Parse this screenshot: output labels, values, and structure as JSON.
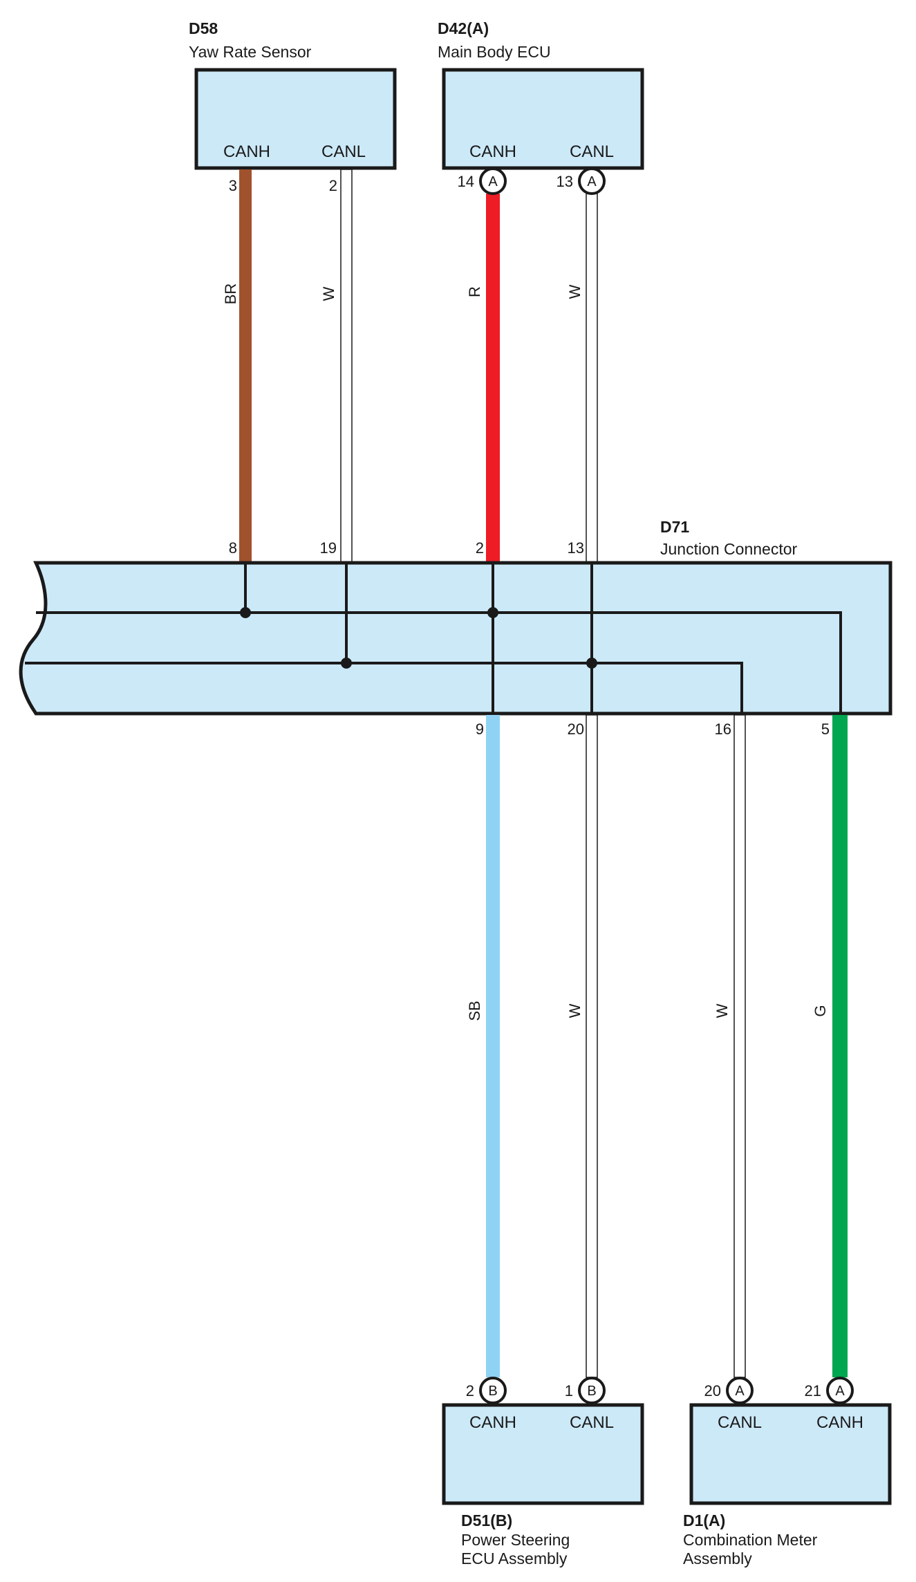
{
  "colors": {
    "box_fill": "#cce9f8",
    "outline": "#1a1a1a",
    "BR": "#a0522d",
    "R": "#ee1c25",
    "SB": "#8fd3f4",
    "G": "#00a650",
    "W": "#ffffff"
  },
  "components": {
    "d58": {
      "code": "D58",
      "name": "Yaw Rate Sensor",
      "pin_a": "CANH",
      "pin_b": "CANL"
    },
    "d42": {
      "code": "D42(A)",
      "name": "Main Body ECU",
      "pin_a": "CANH",
      "pin_b": "CANL"
    },
    "d71": {
      "code": "D71",
      "name": "Junction Connector"
    },
    "d51": {
      "code": "D51(B)",
      "name_line1": "Power Steering",
      "name_line2": "ECU Assembly",
      "pin_a": "CANH",
      "pin_b": "CANL"
    },
    "d1": {
      "code": "D1(A)",
      "name_line1": "Combination Meter",
      "name_line2": "Assembly",
      "pin_a": "CANL",
      "pin_b": "CANH"
    }
  },
  "wires": [
    {
      "id": "d58-canh",
      "color": "BR",
      "from_pin": "3",
      "to_pin": "8",
      "cavity": ""
    },
    {
      "id": "d58-canl",
      "color": "W",
      "from_pin": "2",
      "to_pin": "19",
      "cavity": ""
    },
    {
      "id": "d42-canh",
      "color": "R",
      "from_pin": "14",
      "to_pin": "2",
      "cavity": "A"
    },
    {
      "id": "d42-canl",
      "color": "W",
      "from_pin": "13",
      "to_pin": "13",
      "cavity": "A"
    },
    {
      "id": "d51-canh",
      "color": "SB",
      "from_pin": "9",
      "to_pin": "2",
      "cavity": "B"
    },
    {
      "id": "d51-canl",
      "color": "W",
      "from_pin": "20",
      "to_pin": "1",
      "cavity": "B"
    },
    {
      "id": "d1-canl",
      "color": "W",
      "from_pin": "16",
      "to_pin": "20",
      "cavity": "A"
    },
    {
      "id": "d1-canh",
      "color": "G",
      "from_pin": "5",
      "to_pin": "21",
      "cavity": "A"
    }
  ]
}
